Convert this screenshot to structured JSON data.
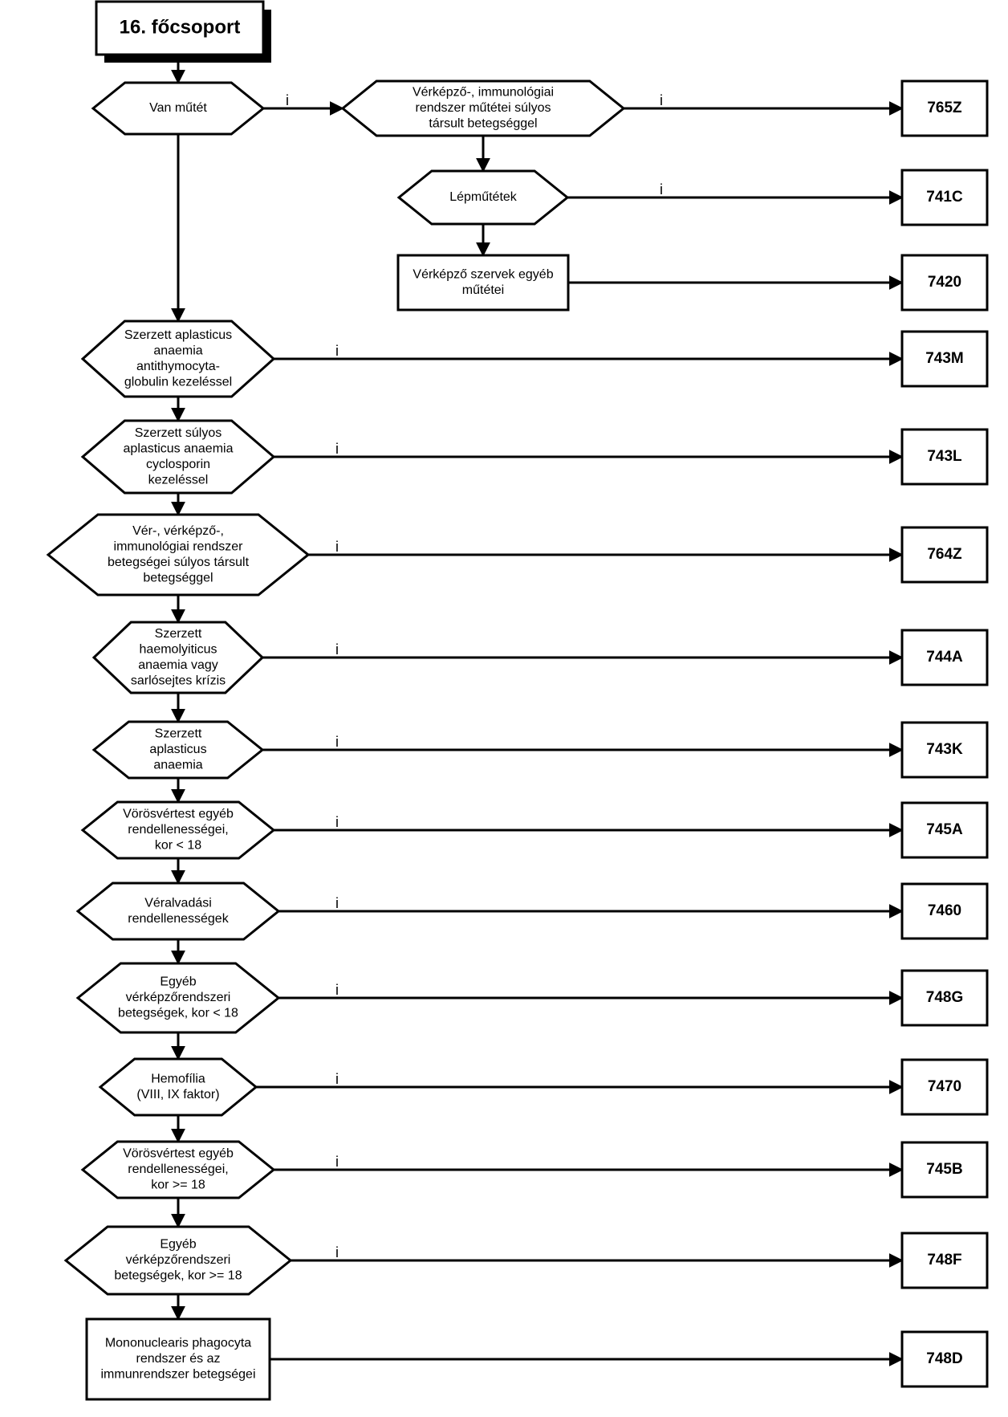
{
  "title": "16. főcsoport",
  "yes_mark": "i",
  "decisions": [
    {
      "id": "d0",
      "lines": [
        "Van műtét"
      ]
    },
    {
      "id": "d1",
      "lines": [
        "Vérképző-, immunológiai",
        "rendszer műtétei súlyos",
        "társult betegséggel"
      ]
    },
    {
      "id": "d2",
      "lines": [
        "Lépműtétek"
      ]
    },
    {
      "id": "p1",
      "lines": [
        "Vérképző szervek egyéb",
        "műtétei"
      ]
    },
    {
      "id": "d3",
      "lines": [
        "Szerzett aplasticus",
        "anaemia",
        "antithymocyta-",
        "globulin kezeléssel"
      ]
    },
    {
      "id": "d4",
      "lines": [
        "Szerzett súlyos",
        "aplasticus anaemia",
        "cyclosporin",
        "kezeléssel"
      ]
    },
    {
      "id": "d5",
      "lines": [
        "Vér-, vérképző-,",
        "immunológiai rendszer",
        "betegségei súlyos társult",
        "betegséggel"
      ]
    },
    {
      "id": "d6",
      "lines": [
        "Szerzett",
        "haemolyiticus",
        "anaemia vagy",
        "sarlósejtes krízis"
      ]
    },
    {
      "id": "d7",
      "lines": [
        "Szerzett",
        "aplasticus",
        "anaemia"
      ]
    },
    {
      "id": "d8",
      "lines": [
        "Vörösvértest egyéb",
        "rendellenességei,",
        "kor < 18"
      ]
    },
    {
      "id": "d9",
      "lines": [
        "Véralvadási",
        "rendellenességek"
      ]
    },
    {
      "id": "d10",
      "lines": [
        "Egyéb",
        "vérképzőrendszeri",
        "betegségek, kor < 18"
      ]
    },
    {
      "id": "d11",
      "lines": [
        "Hemofília",
        "(VIII, IX faktor)"
      ]
    },
    {
      "id": "d12",
      "lines": [
        "Vörösvértest egyéb",
        "rendellenességei,",
        "kor >= 18"
      ]
    },
    {
      "id": "d13",
      "lines": [
        "Egyéb",
        "vérképzőrendszeri",
        "betegségek, kor >= 18"
      ]
    },
    {
      "id": "p2",
      "lines": [
        "Mononuclearis phagocyta",
        "rendszer és az",
        "immunrendszer betegségei"
      ]
    }
  ],
  "outcomes": [
    "765Z",
    "741C",
    "7420",
    "743M",
    "743L",
    "764Z",
    "744A",
    "743K",
    "745A",
    "7460",
    "748G",
    "7470",
    "745B",
    "748F",
    "748D"
  ]
}
